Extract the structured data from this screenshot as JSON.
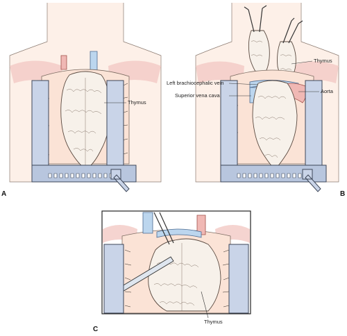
{
  "panels": {
    "a": {
      "letter": "A",
      "labels": {
        "thymus": "Thymus"
      }
    },
    "b": {
      "letter": "B",
      "labels": {
        "thymus": "Thymus",
        "left_brachiocephalic_vein": "Left brachiocephalic vein",
        "superior_vena_cava": "Superior vena cava",
        "aorta": "Aorta"
      }
    },
    "c": {
      "letter": "C",
      "labels": {
        "thymus": "Thymus"
      }
    }
  },
  "colors": {
    "skin": "#fbe3d6",
    "retractor": "#c9d4e8",
    "artery": "#f0b8b4",
    "vein": "#bcd6ee",
    "thymus": "#f7f1ea"
  }
}
